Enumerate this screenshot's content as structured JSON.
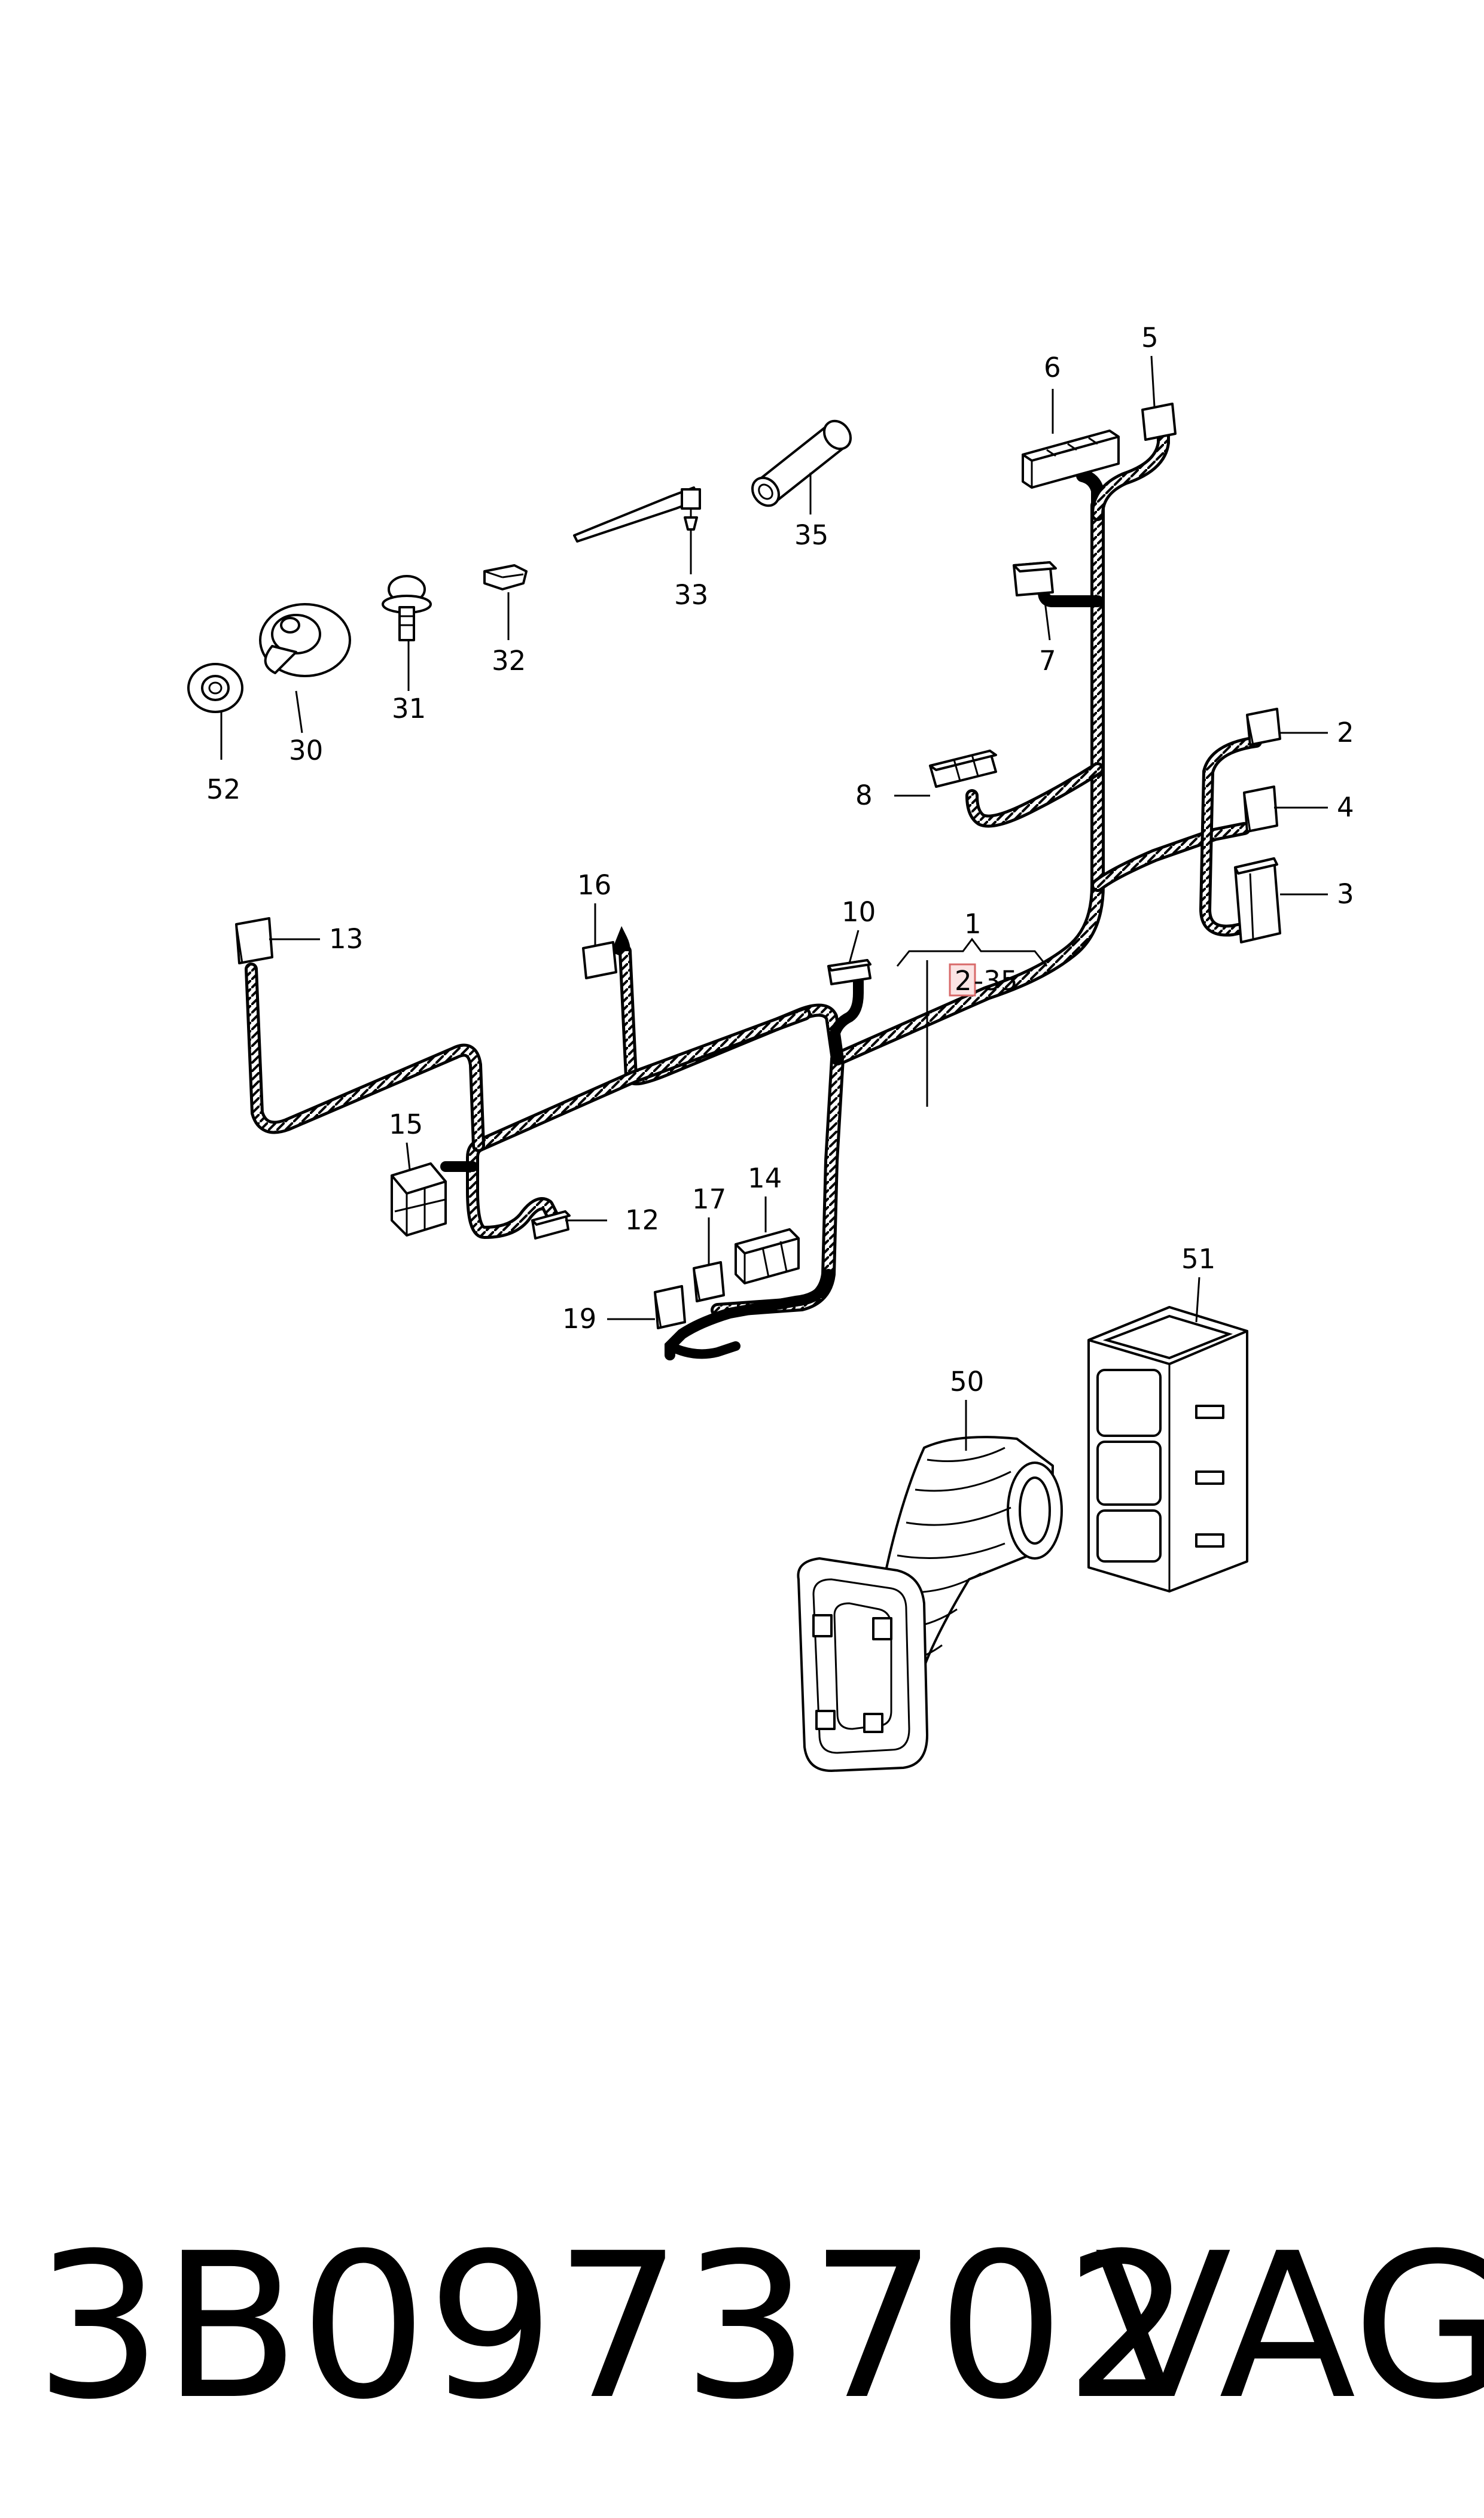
{
  "diagram": {
    "labels": {
      "l1": "1",
      "l2": "2",
      "l3": "3",
      "l4": "4",
      "l5": "5",
      "l6": "6",
      "l7": "7",
      "l8": "8",
      "l10": "10",
      "l12": "12",
      "l13": "13",
      "l14": "14",
      "l15": "15",
      "l16": "16",
      "l17": "17",
      "l19": "19",
      "l30": "30",
      "l31": "31",
      "l32": "32",
      "l33": "33",
      "l35": "35",
      "l50": "50",
      "l51": "51",
      "l52": "52",
      "range_start": "2",
      "range_end": "-35"
    },
    "highlight_color": "#e8a0a0"
  },
  "footer": {
    "part_number": "3B0973702",
    "brand": "VAG"
  }
}
